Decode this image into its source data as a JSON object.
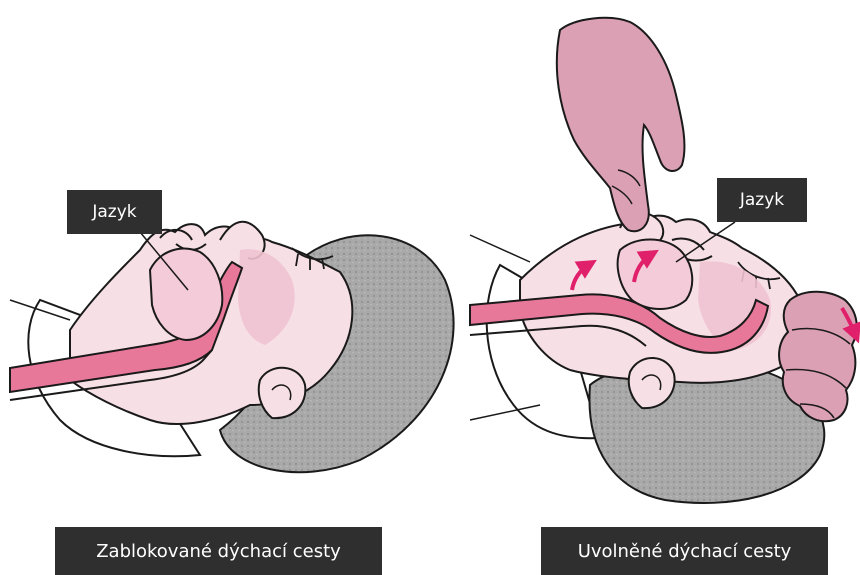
{
  "labels": {
    "tongue_left": "Jazyk",
    "tongue_right": "Jazyk"
  },
  "captions": {
    "blocked": "Zablokované dýchací cesty",
    "open": "Uvolněné dýchací cesty"
  },
  "colors": {
    "skin": "#f7dfe6",
    "skin_shade": "#efc3d1",
    "airway": "#e8789a",
    "accent": "#e0206a",
    "hair": "#a7a7a7",
    "outline": "#1a1a1a",
    "label_bg": "#2f2f2f",
    "label_text": "#ffffff"
  }
}
